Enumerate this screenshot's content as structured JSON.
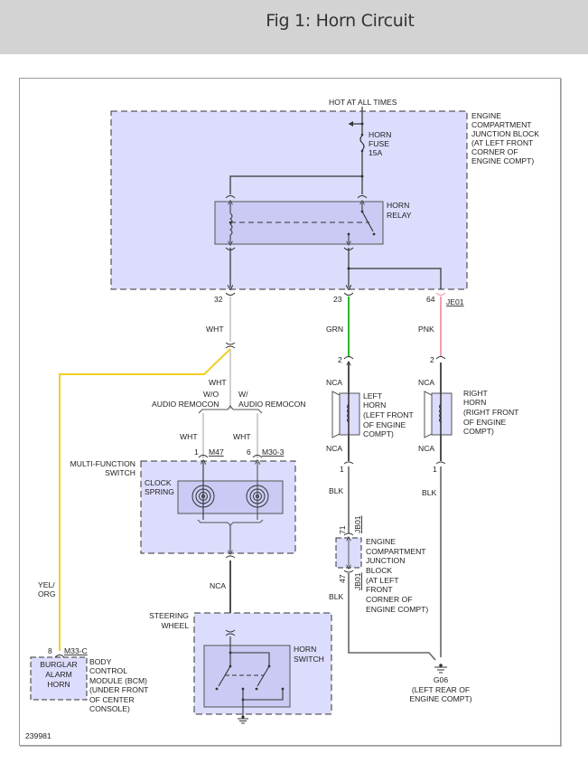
{
  "header": {
    "title": "Fig 1: Horn Circuit"
  },
  "diagram": {
    "id_label": "239981",
    "power": {
      "label": "HOT AT ALL TIMES"
    },
    "engine_junction_block_top": {
      "lines": [
        "ENGINE",
        "COMPARTMENT",
        "JUNCTION BLOCK",
        "(AT LEFT FRONT",
        "CORNER OF",
        "ENGINE COMPT)"
      ]
    },
    "fuse": {
      "lines": [
        "HORN",
        "FUSE",
        "15A"
      ]
    },
    "relay": {
      "lines": [
        "HORN",
        "RELAY"
      ]
    },
    "pins": {
      "p32": "32",
      "p23": "23",
      "p64": "64",
      "je01": "JE01",
      "lh_top": "2",
      "rh_top": "2",
      "lh_bot": "1",
      "rh_bot": "1",
      "m47_pin": "1",
      "m47": "M47",
      "m303_pin": "6",
      "m303": "M30-3",
      "jb71": "71",
      "jb47": "47",
      "jb01_top": "JB01",
      "jb01_bot": "JB01",
      "m33c_pin": "8",
      "m33c": "M33-C"
    },
    "wires": {
      "wht_main": "WHT",
      "wht_split": "WHT",
      "wht_left": "WHT",
      "wht_right": "WHT",
      "grn": "GRN",
      "pnk": "PNK",
      "blk_left_horn": "BLK",
      "blk_right_horn": "BLK",
      "blk_jb": "BLK",
      "nca_switch": "NCA",
      "yel_org_1": "YEL/",
      "yel_org_2": "ORG"
    },
    "wire_colors": {
      "white": "#d0d0d0",
      "green": "#2eb82e",
      "pink": "#f0a0b0",
      "black": "#222222",
      "yellow": "#f0d020",
      "gray": "#555555"
    },
    "options": {
      "wo_1": "W/O",
      "wo_2": "AUDIO REMOCON",
      "w_1": "W/",
      "w_2": "AUDIO REMOCON"
    },
    "left_horn": {
      "nca_top": "NCA",
      "nca_bot": "NCA",
      "lines": [
        "LEFT",
        "HORN",
        "(LEFT FRONT",
        "OF ENGINE",
        "COMPT)"
      ]
    },
    "right_horn": {
      "nca_top": "NCA",
      "nca_bot": "NCA",
      "lines": [
        "RIGHT",
        "HORN",
        "(RIGHT FRONT",
        "OF ENGINE",
        "COMPT)"
      ]
    },
    "multi_function_switch": {
      "lines": [
        "MULTI-FUNCTION",
        "SWITCH"
      ]
    },
    "clock_spring": {
      "lines": [
        "CLOCK",
        "SPRING"
      ]
    },
    "engine_junction_block_bottom": {
      "lines": [
        "ENGINE",
        "COMPARTMENT",
        "JUNCTION",
        "BLOCK",
        "(AT LEFT",
        "FRONT",
        "CORNER OF",
        "ENGINE COMPT)"
      ]
    },
    "steering_wheel": {
      "lines": [
        "STEERING",
        "WHEEL"
      ]
    },
    "horn_switch": {
      "lines": [
        "HORN",
        "SWITCH"
      ]
    },
    "bcm": {
      "inner_lines": [
        "BURGLAR",
        "ALARM",
        "HORN"
      ],
      "lines": [
        "BODY",
        "CONTROL",
        "MODULE (BCM)",
        "(UNDER FRONT",
        "OF CENTER",
        "CONSOLE)"
      ]
    },
    "ground": {
      "lines": [
        "G06",
        "(LEFT REAR OF",
        "ENGINE COMPT)"
      ]
    },
    "fills": {
      "module_fill": "#dcdcfc",
      "inner_fill": "#cacaf4"
    }
  }
}
